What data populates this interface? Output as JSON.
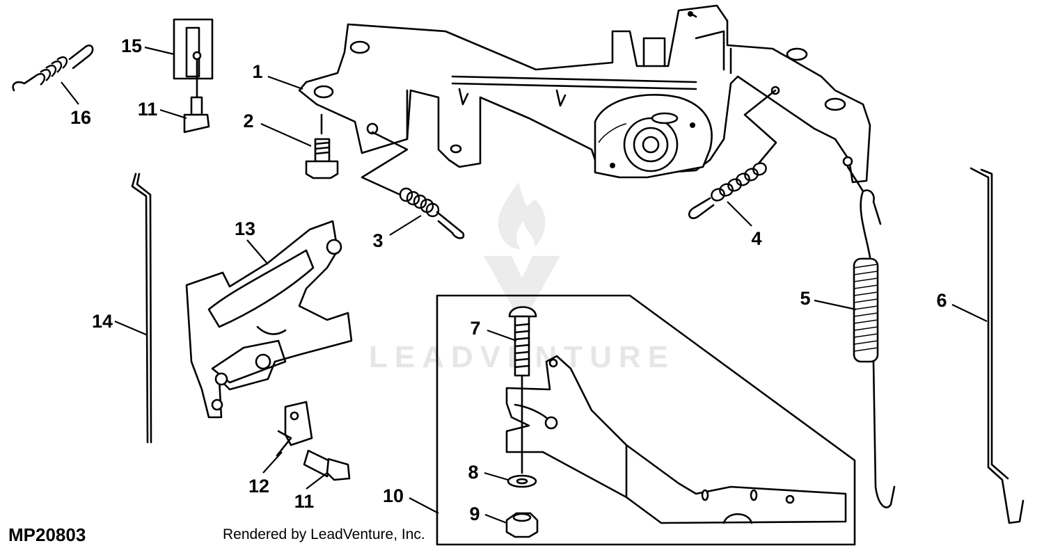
{
  "figure_code": "MP20803",
  "credit": "Rendered by LeadVenture, Inc.",
  "watermark": "LEADVENTURE",
  "callouts": [
    {
      "id": "c1",
      "label": "1"
    },
    {
      "id": "c2",
      "label": "2"
    },
    {
      "id": "c3",
      "label": "3"
    },
    {
      "id": "c4",
      "label": "4"
    },
    {
      "id": "c5",
      "label": "5"
    },
    {
      "id": "c6",
      "label": "6"
    },
    {
      "id": "c7",
      "label": "7"
    },
    {
      "id": "c8",
      "label": "8"
    },
    {
      "id": "c9",
      "label": "9"
    },
    {
      "id": "c10",
      "label": "10"
    },
    {
      "id": "c11a",
      "label": "11"
    },
    {
      "id": "c11b",
      "label": "11"
    },
    {
      "id": "c12",
      "label": "12"
    },
    {
      "id": "c13",
      "label": "13"
    },
    {
      "id": "c14",
      "label": "14"
    },
    {
      "id": "c15",
      "label": "15"
    },
    {
      "id": "c16",
      "label": "16"
    }
  ]
}
